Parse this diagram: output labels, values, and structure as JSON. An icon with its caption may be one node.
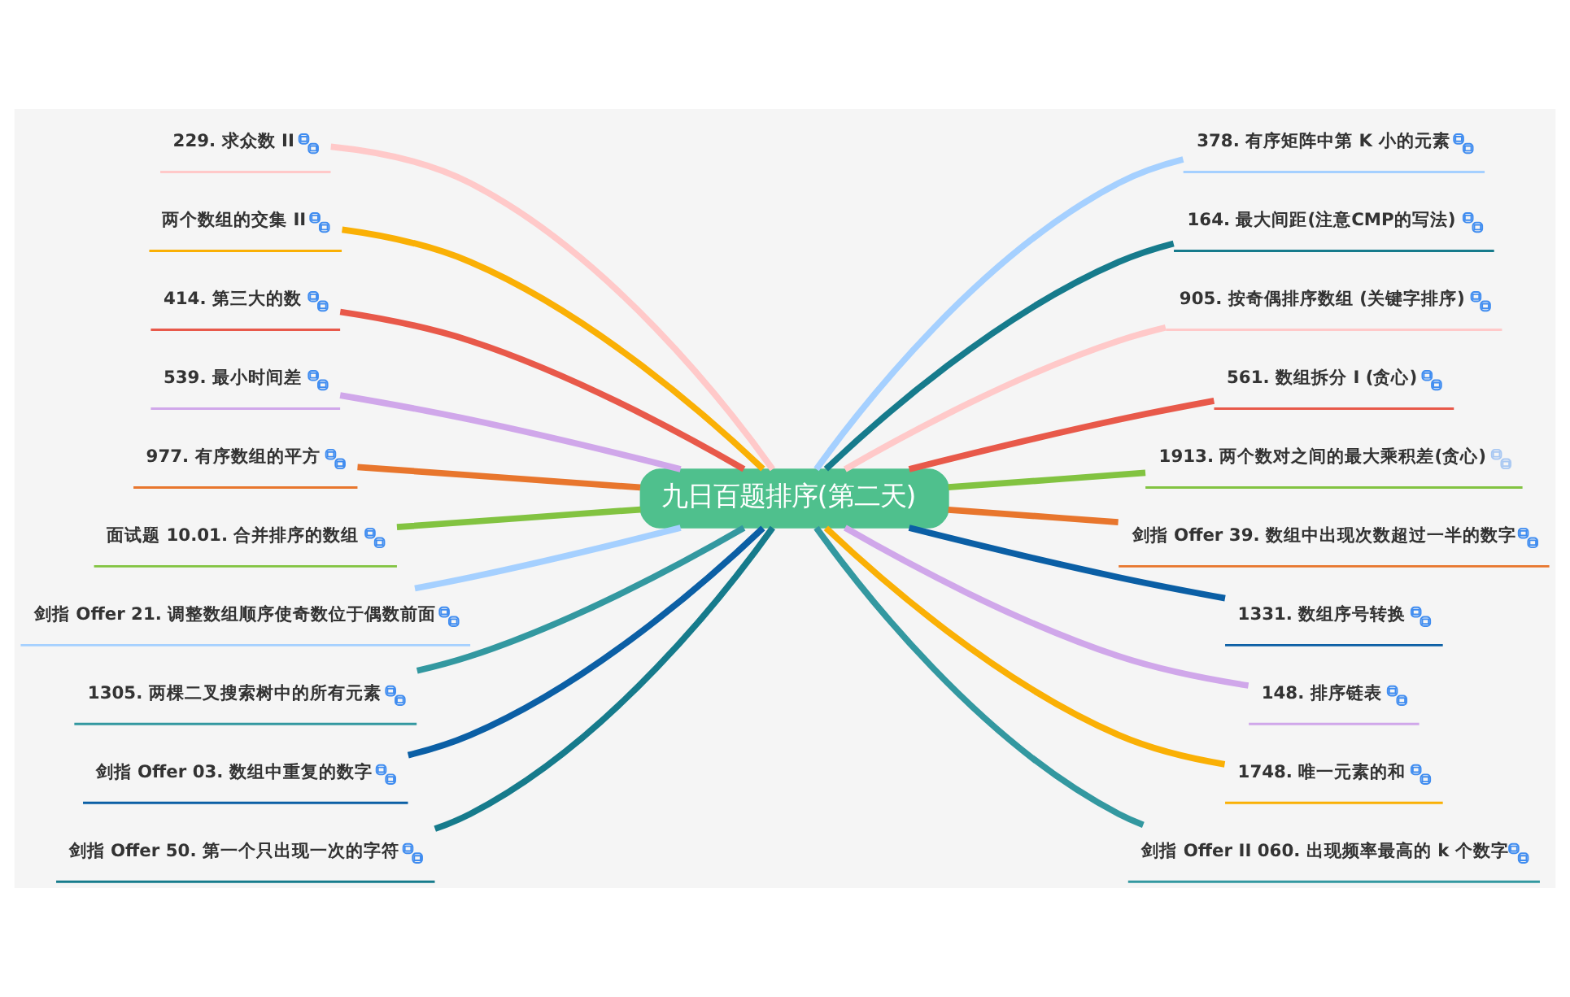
{
  "diagram": {
    "nodes": [
      {
        "text": [
          "九日百题排序(第二天)"
        ]
      },
      {
        "text": [
          "229. 求众数 II"
        ]
      },
      {
        "text": [
          "两个数组的交集 II"
        ]
      },
      {
        "text": [
          "414. 第三大的数"
        ]
      },
      {
        "text": [
          "539. 最小时间差"
        ]
      },
      {
        "text": [
          "977. 有序数组的平方"
        ]
      },
      {
        "text": [
          "面试题 10.01. 合并排序的数组"
        ]
      },
      {
        "text": [
          "剑指 Offer 21. 调整数组顺序使奇数位于偶数前面"
        ]
      },
      {
        "text": [
          "1305. 两棵二叉搜索树中的所有元素"
        ]
      },
      {
        "text": [
          "剑指 Offer 03. 数组中重复的数字"
        ]
      },
      {
        "text": [
          "剑指 Offer 50. 第一个只出现一次的字符"
        ]
      },
      {
        "text": [
          "378. 有序矩阵中第 K 小的元素"
        ]
      },
      {
        "text": [
          "164. 最大间距(注意CMP的写法)"
        ]
      },
      {
        "text": [
          "905. 按奇偶排序数组 (关键字排序)"
        ]
      },
      {
        "text": [
          "561. 数组拆分 I (贪心)"
        ]
      },
      {
        "text": [
          "1913. 两个数对之间的最大乘积差(贪心)"
        ]
      },
      {
        "text": [
          "剑指 Offer 39. 数组中出现次数超过一半的数字"
        ]
      },
      {
        "text": [
          "1331. 数组序号转换"
        ]
      },
      {
        "text": [
          "148. 排序链表"
        ]
      },
      {
        "text": [
          "1748. 唯一元素的和"
        ]
      },
      {
        "text": [
          "剑指 Offer II 060. 出现频率最高的 k 个数字"
        ]
      }
    ],
    "edges": [
      {
        "from": 0,
        "to": 1,
        "arrow": "none",
        "color": "#ffc9c9"
      },
      {
        "from": 0,
        "to": 2,
        "arrow": "none",
        "color": "#fab005"
      },
      {
        "from": 0,
        "to": 3,
        "arrow": "none",
        "color": "#e8594a"
      },
      {
        "from": 0,
        "to": 4,
        "arrow": "none",
        "color": "#d0a7ea"
      },
      {
        "from": 0,
        "to": 5,
        "arrow": "none",
        "color": "#e8762d"
      },
      {
        "from": 0,
        "to": 6,
        "arrow": "none",
        "color": "#82c341"
      },
      {
        "from": 0,
        "to": 7,
        "arrow": "none",
        "color": "#a5d0ff"
      },
      {
        "from": 0,
        "to": 8,
        "arrow": "none",
        "color": "#3398a0"
      },
      {
        "from": 0,
        "to": 9,
        "arrow": "none",
        "color": "#0b5fa5"
      },
      {
        "from": 0,
        "to": 10,
        "arrow": "none",
        "color": "#167b8c"
      },
      {
        "from": 0,
        "to": 11,
        "arrow": "none",
        "color": "#a5d0ff"
      },
      {
        "from": 0,
        "to": 12,
        "arrow": "none",
        "color": "#167b8c"
      },
      {
        "from": 0,
        "to": 13,
        "arrow": "none",
        "color": "#ffc9c9"
      },
      {
        "from": 0,
        "to": 14,
        "arrow": "none",
        "color": "#e8594a"
      },
      {
        "from": 0,
        "to": 15,
        "arrow": "none",
        "color": "#82c341"
      },
      {
        "from": 0,
        "to": 16,
        "arrow": "none",
        "color": "#e8762d"
      },
      {
        "from": 0,
        "to": 17,
        "arrow": "none",
        "color": "#0b5fa5"
      },
      {
        "from": 0,
        "to": 18,
        "arrow": "none",
        "color": "#d0a7ea"
      },
      {
        "from": 0,
        "to": 19,
        "arrow": "none",
        "color": "#fab005"
      },
      {
        "from": 0,
        "to": 20,
        "arrow": "none",
        "color": "#3398a0"
      }
    ]
  }
}
